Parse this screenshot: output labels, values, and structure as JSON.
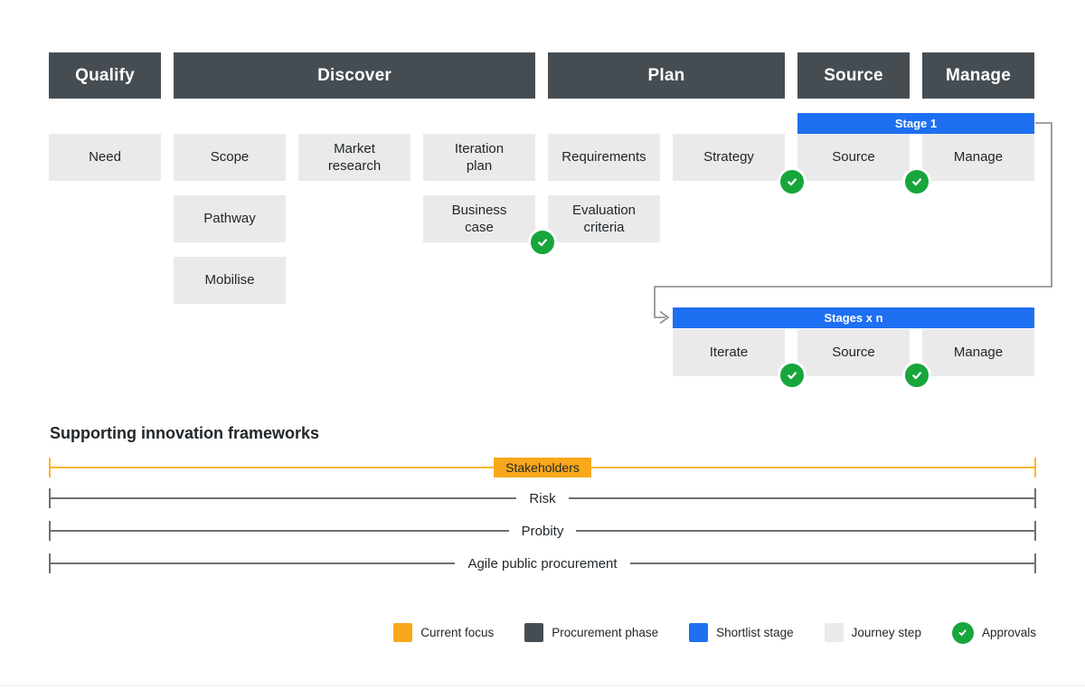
{
  "phases": [
    {
      "label": "Qualify"
    },
    {
      "label": "Discover"
    },
    {
      "label": "Plan"
    },
    {
      "label": "Source"
    },
    {
      "label": "Manage"
    }
  ],
  "journey": {
    "row1": [
      "Need",
      "Scope",
      "Market\nresearch",
      "Iteration\nplan",
      "Requirements",
      "Strategy",
      "Source",
      "Manage"
    ],
    "row2": [
      "Pathway",
      "Business\ncase",
      "Evaluation\ncriteria"
    ],
    "row3": [
      "Mobilise"
    ],
    "stage1": {
      "label": "Stage 1"
    },
    "stages_n": {
      "label": "Stages x n",
      "steps": [
        "Iterate",
        "Source",
        "Manage"
      ]
    }
  },
  "frameworks": {
    "heading": "Supporting innovation frameworks",
    "rows": [
      {
        "label": "Stakeholders"
      },
      {
        "label": "Risk"
      },
      {
        "label": "Probity"
      },
      {
        "label": "Agile public procurement"
      }
    ]
  },
  "legend": [
    {
      "label": "Current focus"
    },
    {
      "label": "Procurement phase"
    },
    {
      "label": "Shortlist stage"
    },
    {
      "label": "Journey step"
    },
    {
      "label": "Approvals"
    }
  ],
  "colors": {
    "phase_dark": "#464D52",
    "journey_light": "#EAEAEA",
    "stage_blue": "#1E6FF2",
    "focus_orange": "#F9A81B",
    "focus_line": "#FCB62E",
    "approval_green": "#17A63C",
    "line_gray": "#6C7176",
    "arrow_gray": "#82878B",
    "text_dark": "#22272B"
  }
}
